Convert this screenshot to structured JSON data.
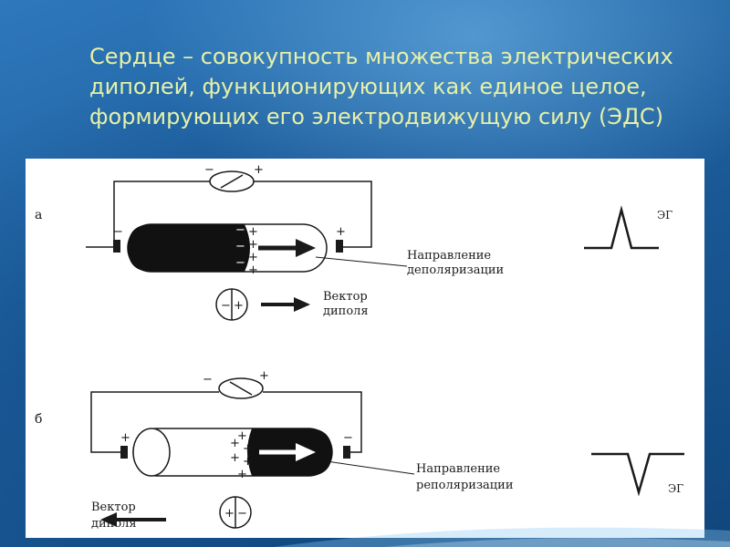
{
  "slide": {
    "title": "Сердце – совокупность множества электрических диполей, функционирующих как единое целое, формирующих его электродвижущую силу (ЭДС)"
  },
  "diagram_a": {
    "letter": "а",
    "gauge_minus": "−",
    "gauge_plus": "+",
    "electrode_left": "−",
    "electrode_right": "+",
    "process_line1": "Направление",
    "process_line2": "деполяризации",
    "vector_line1": "Вектор",
    "vector_line2": "диполя",
    "eg_label": "ЭГ"
  },
  "diagram_b": {
    "letter": "б",
    "gauge_minus": "−",
    "gauge_plus": "+",
    "electrode_left": "+",
    "electrode_right": "−",
    "process_line1": "Направление",
    "process_line2": "реполяризации",
    "vector_line1": "Вектор",
    "vector_line2": "диполя",
    "eg_label": "ЭГ"
  },
  "colors": {
    "title_text": "#e6f0a8",
    "ink": "#1a1a1a"
  }
}
